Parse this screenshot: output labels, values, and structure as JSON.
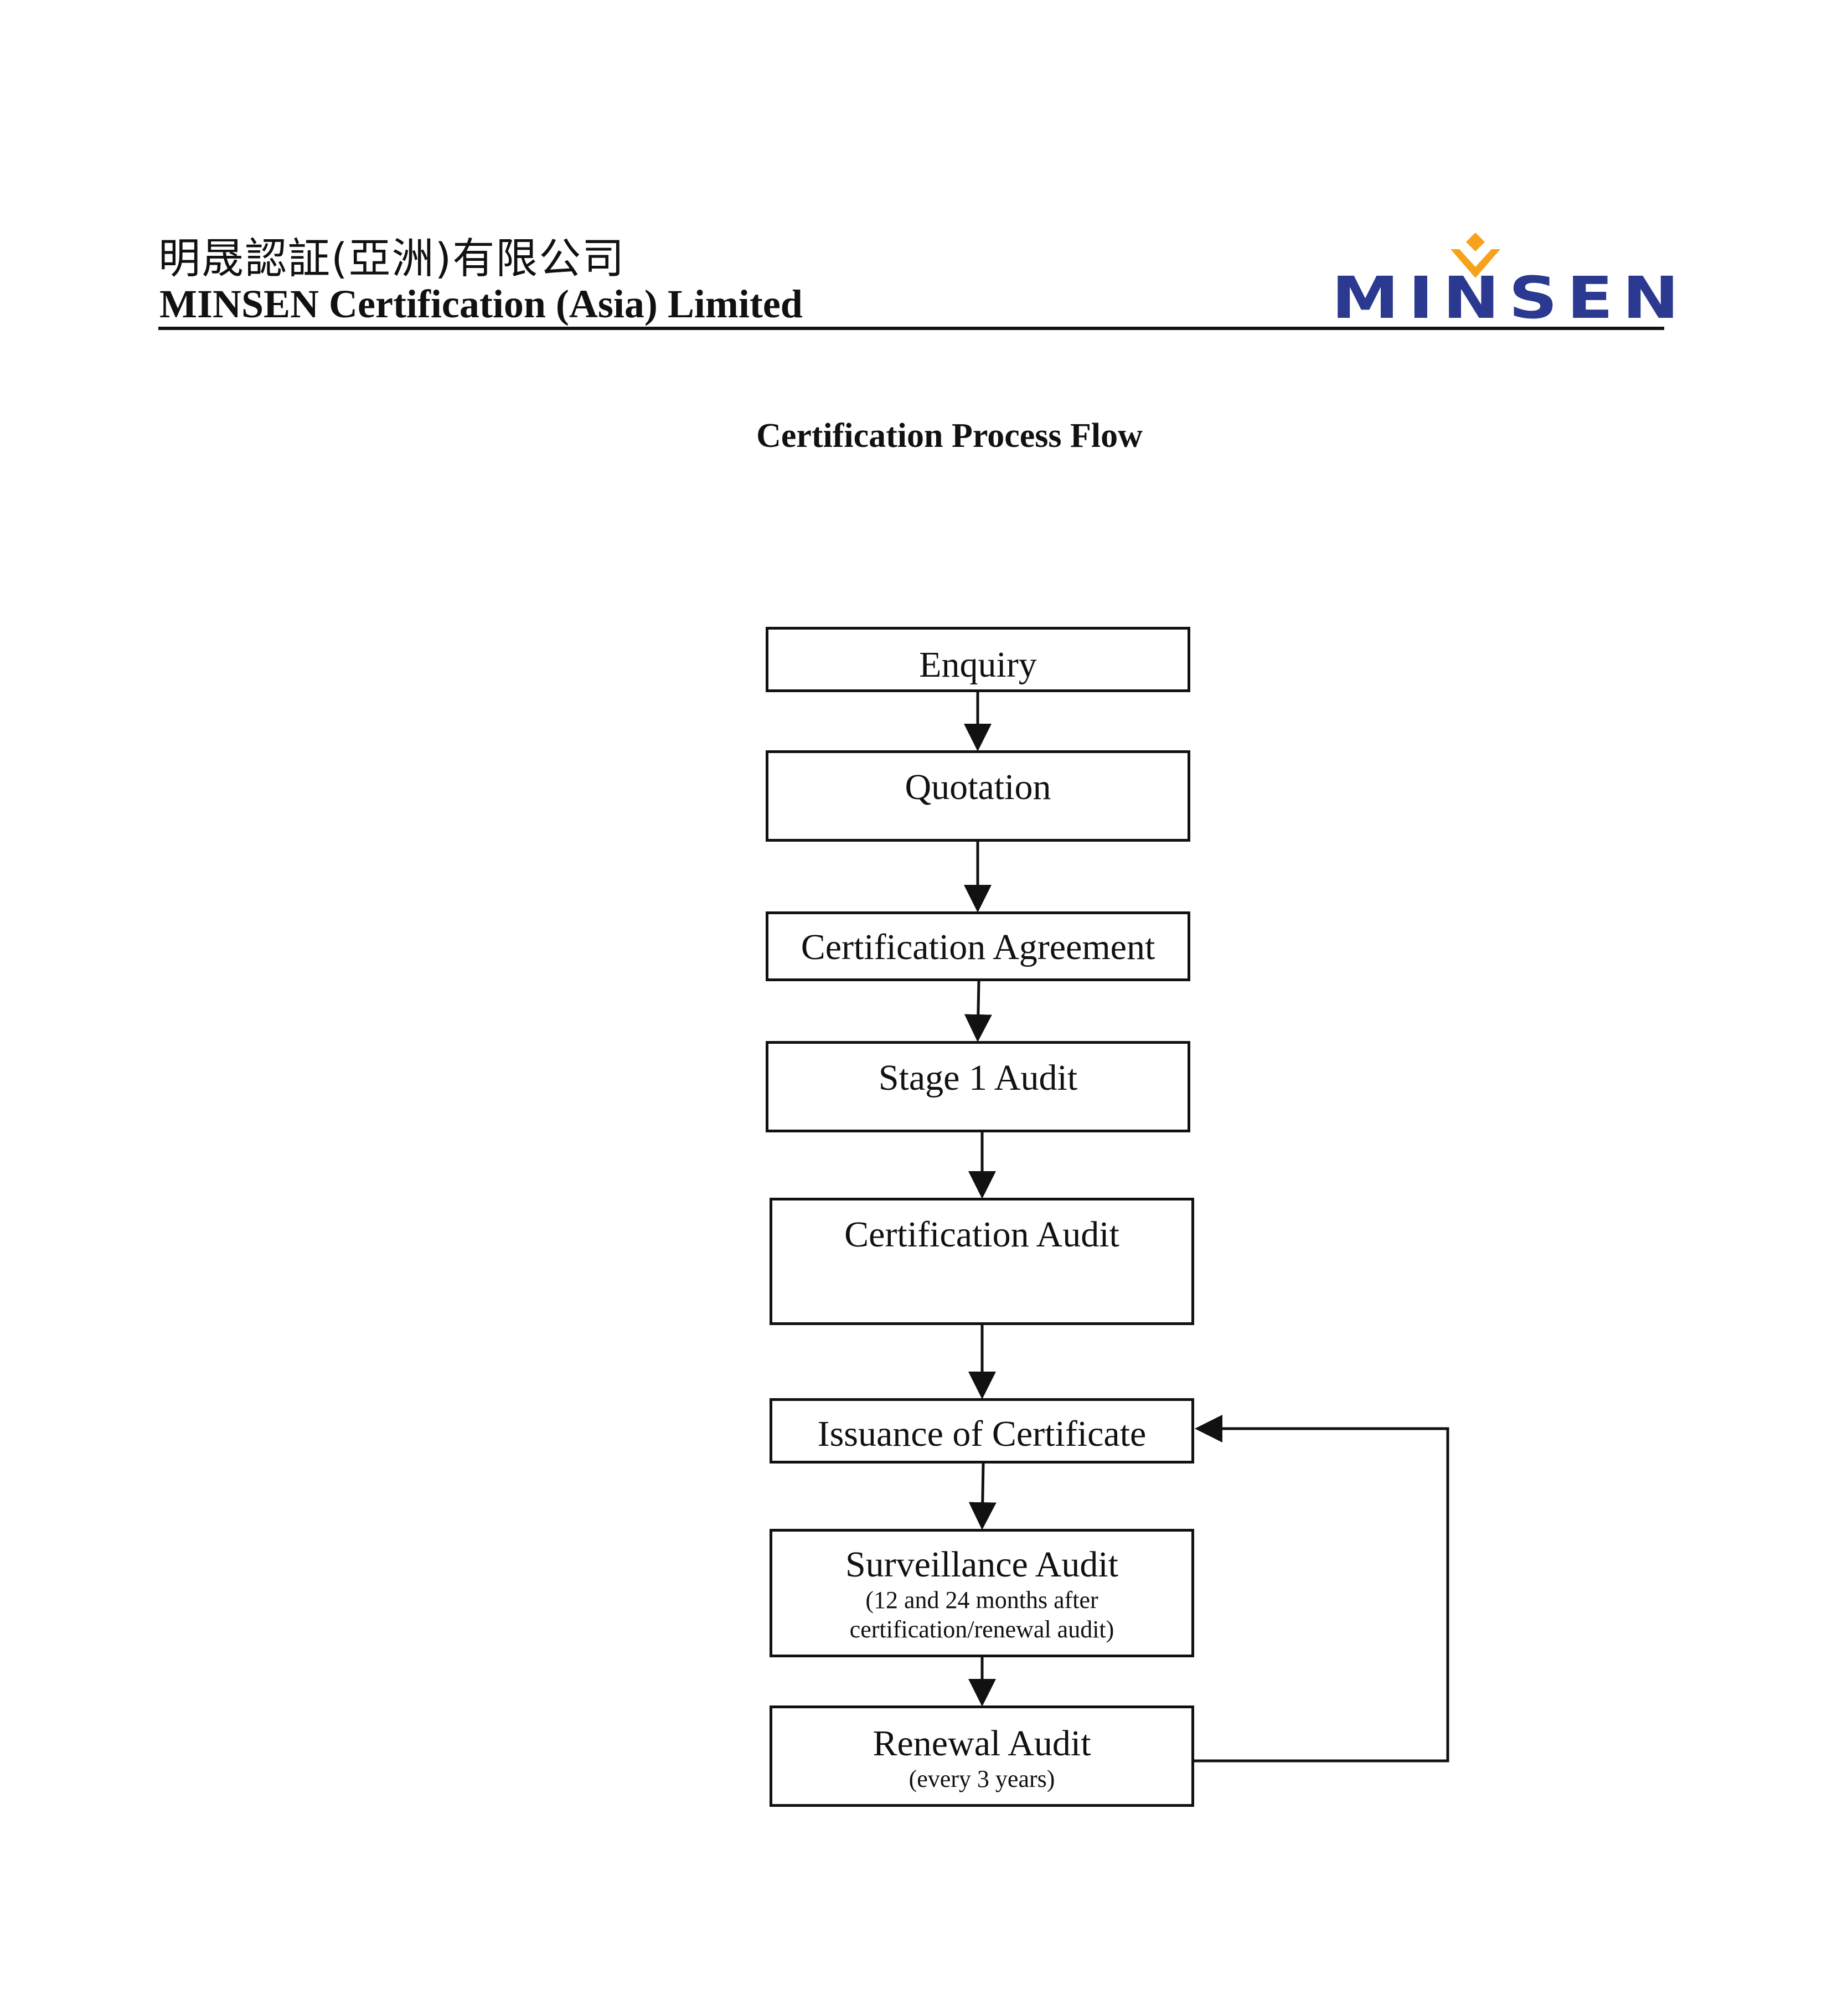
{
  "header": {
    "company_name_chinese": "明晟認証(亞洲)有限公司",
    "company_name_english": "MINSEN Certification (Asia) Limited",
    "logo_text": "MINSEN",
    "brand_color": "#2b3990",
    "accent_color": "#f7a21b"
  },
  "document": {
    "title": "Certification Process Flow"
  },
  "flow": {
    "steps": [
      {
        "label": "Enquiry"
      },
      {
        "label": "Quotation"
      },
      {
        "label": "Certification Agreement"
      },
      {
        "label": "Stage 1 Audit"
      },
      {
        "label": "Certification Audit"
      },
      {
        "label": "Issuance of Certificate"
      },
      {
        "label": "Surveillance Audit",
        "note_line1": "(12 and 24 months after",
        "note_line2": "certification/renewal audit)"
      },
      {
        "label": "Renewal Audit",
        "note_line1": "(every 3 years)"
      }
    ],
    "connections": [
      {
        "from": "Enquiry",
        "to": "Quotation"
      },
      {
        "from": "Quotation",
        "to": "Certification Agreement"
      },
      {
        "from": "Certification Agreement",
        "to": "Stage 1 Audit"
      },
      {
        "from": "Stage 1 Audit",
        "to": "Certification Audit"
      },
      {
        "from": "Certification Audit",
        "to": "Issuance of Certificate"
      },
      {
        "from": "Issuance of Certificate",
        "to": "Surveillance Audit"
      },
      {
        "from": "Surveillance Audit",
        "to": "Renewal Audit"
      },
      {
        "from": "Renewal Audit",
        "to": "Issuance of Certificate",
        "type": "loop-back"
      }
    ]
  }
}
